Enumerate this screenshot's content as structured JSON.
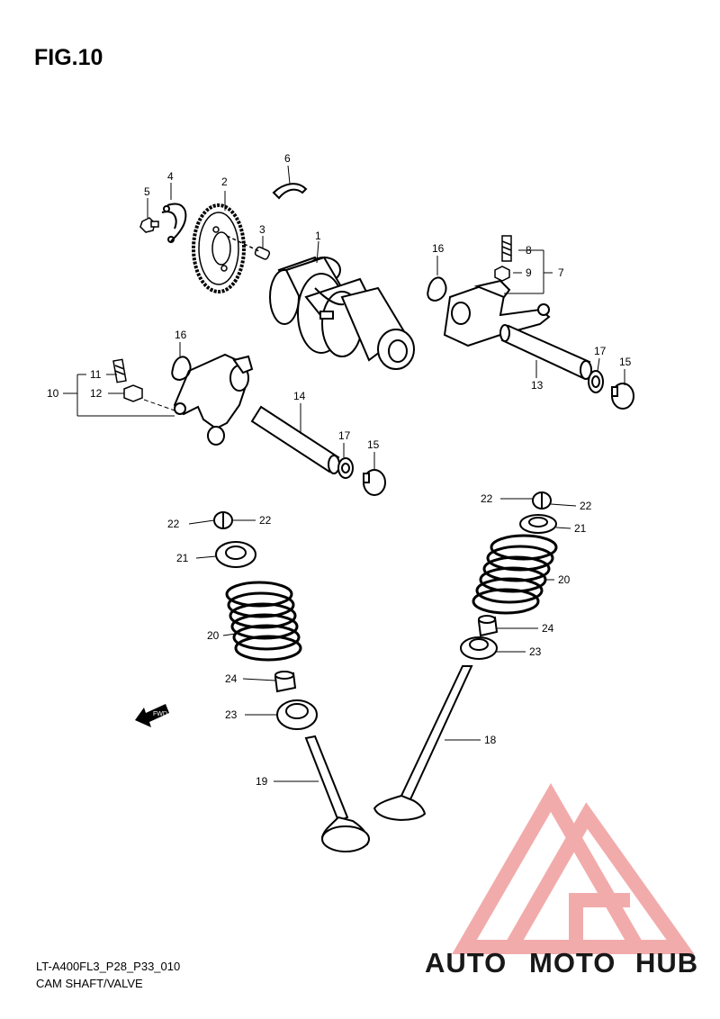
{
  "figure": {
    "title": "FIG.10",
    "code": "LT-A400FL3_P28_P33_010",
    "name": "CAM SHAFT/VALVE",
    "fwd_label": "FWD"
  },
  "callouts": {
    "c1": "1",
    "c2": "2",
    "c3": "3",
    "c4": "4",
    "c5": "5",
    "c6": "6",
    "c7": "7",
    "c8": "8",
    "c9": "9",
    "c10": "10",
    "c11": "11",
    "c12": "12",
    "c13": "13",
    "c14": "14",
    "c15a": "15",
    "c15b": "15",
    "c16a": "16",
    "c16b": "16",
    "c17a": "17",
    "c17b": "17",
    "c18": "18",
    "c19": "19",
    "c20a": "20",
    "c20b": "20",
    "c21a": "21",
    "c21b": "21",
    "c22a": "22",
    "c22b": "22",
    "c22c": "22",
    "c22d": "22",
    "c23a": "23",
    "c23b": "23",
    "c24a": "24",
    "c24b": "24"
  },
  "watermark": {
    "part1": "AUTO",
    "part2": "MOTO",
    "part3": "HUB",
    "colors": {
      "orange": "#f3b15a",
      "red": "#ef7070",
      "gray": "#8a8a8a",
      "triangle": "#f1a2a2"
    }
  }
}
